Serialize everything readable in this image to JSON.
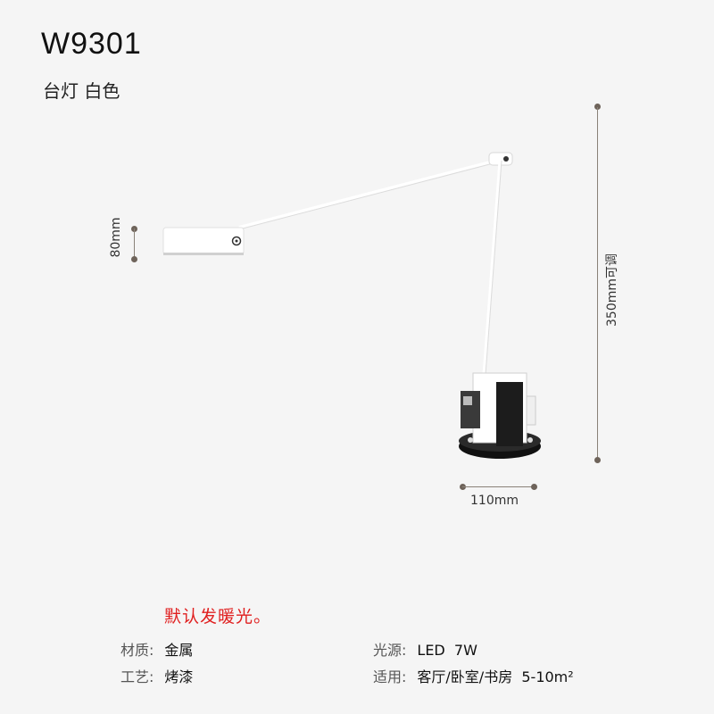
{
  "product": {
    "model": "W9301",
    "subtitle": "台灯 白色"
  },
  "dimensions": {
    "height": "350mm可调",
    "head": "80mm",
    "base": "110mm"
  },
  "note": "默认发暖光。",
  "specs": [
    {
      "label": "材质:",
      "value": "金属"
    },
    {
      "label": "工艺:",
      "value": "烤漆"
    },
    {
      "label": "光源:",
      "value": "LED  7W"
    },
    {
      "label": "适用:",
      "value": "客厅/卧室/书房  5-10m²"
    }
  ],
  "colors": {
    "background": "#f5f5f5",
    "note": "#e02020",
    "dimension_line": "#8a8278",
    "lamp_body": "#ffffff",
    "lamp_base": "#1a1a1a"
  }
}
